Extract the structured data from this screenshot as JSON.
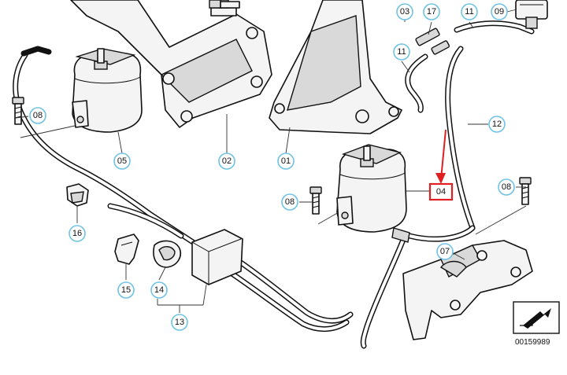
{
  "callouts": {
    "c03": "03",
    "c17": "17",
    "c11a": "11",
    "c09": "09",
    "c11b": "11",
    "c08a": "08",
    "c05": "05",
    "c02": "02",
    "c01": "01",
    "c12": "12",
    "c04": "04",
    "c08b": "08",
    "c08c": "08",
    "c16": "16",
    "c07": "07",
    "c15": "15",
    "c14": "14",
    "c13": "13"
  },
  "diagram_code": "00159989",
  "colors": {
    "callout_ring": "#6fc3e6",
    "highlight_box": "#e02020",
    "arrow": "#e02020"
  }
}
